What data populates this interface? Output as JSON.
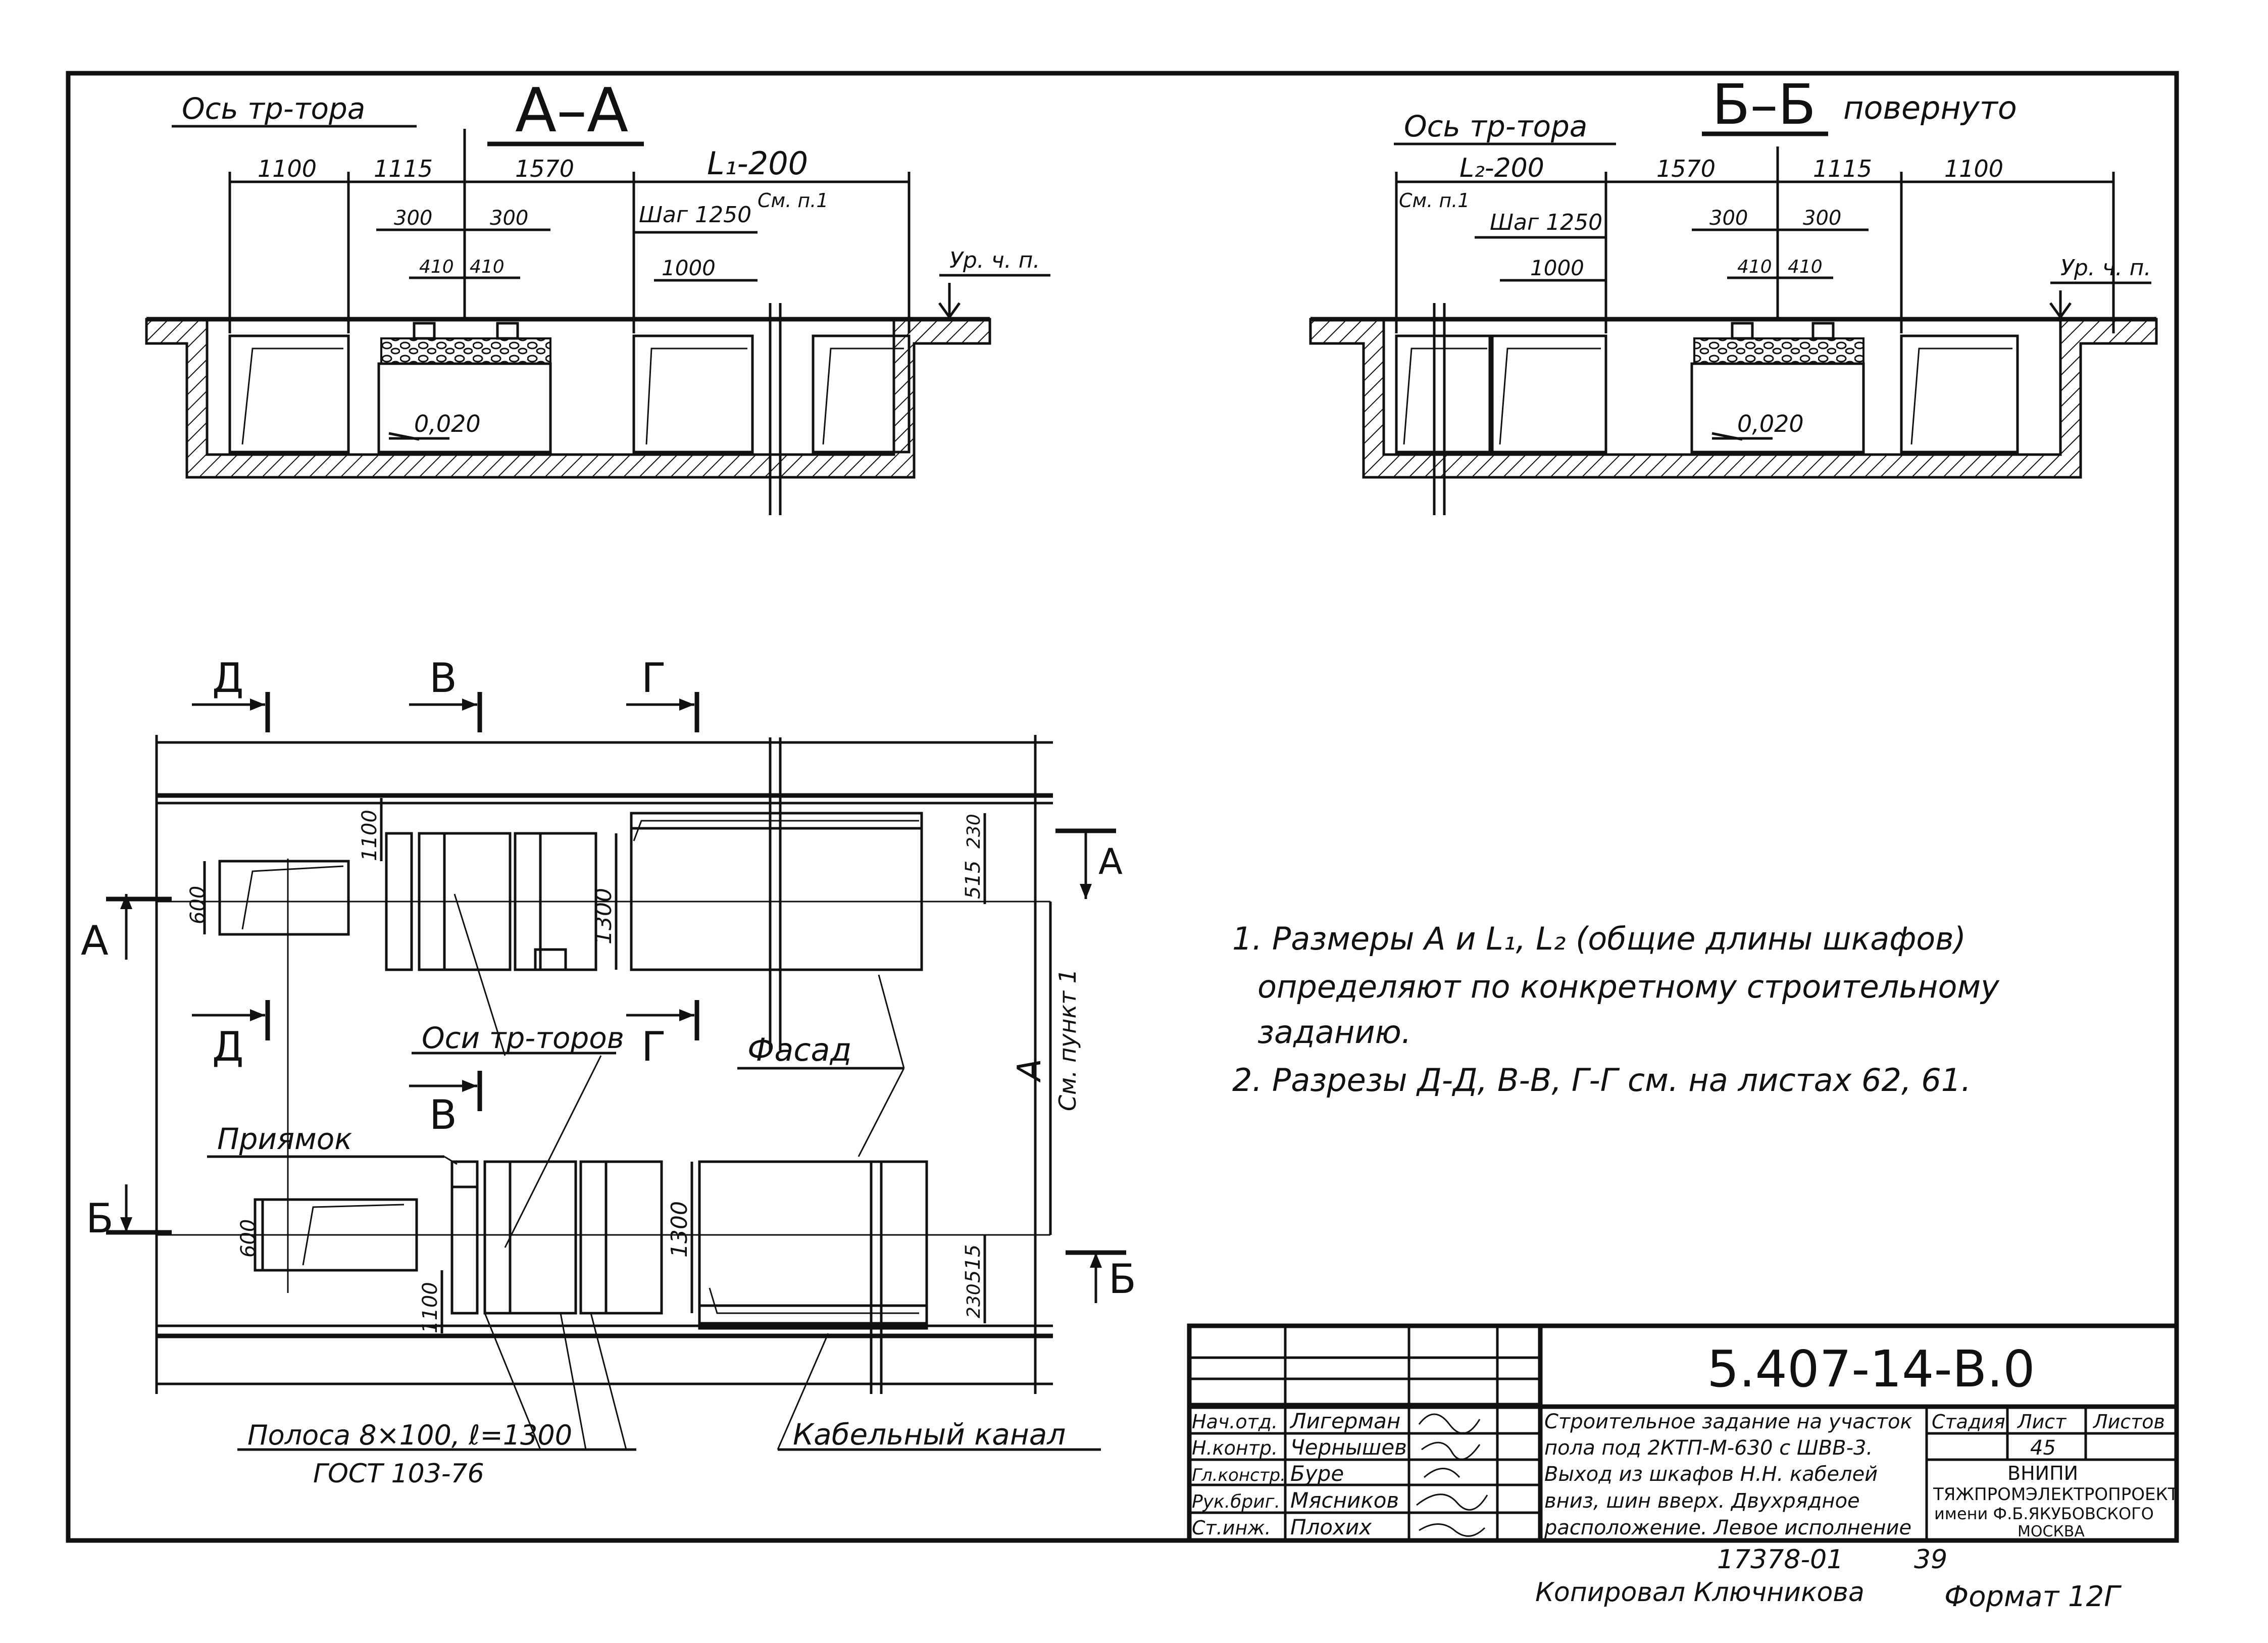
{
  "section_aa": {
    "title": "А–А",
    "axis": "Ось тр-тора",
    "dims": [
      "1100",
      "1115",
      "1570",
      "L₁-200",
      "См. п.1",
      "300",
      "300",
      "410",
      "410",
      "Шаг 1250",
      "1000",
      "Ур. ч. п."
    ],
    "slope": "0,020"
  },
  "section_bb": {
    "title": "Б–Б",
    "subtitle": "повернуто",
    "axis": "Ось тр-тора",
    "dims": [
      "L₂-200",
      "См. п.1",
      "1570",
      "1115",
      "1100",
      "Шаг 1250",
      "1000",
      "300",
      "300",
      "410",
      "410",
      "Ур. ч. п."
    ],
    "slope": "0,020"
  },
  "plan": {
    "cuts": [
      "Д",
      "В",
      "Г",
      "Д",
      "Г",
      "В",
      "А",
      "А",
      "Б",
      "Б"
    ],
    "dims": [
      "1100",
      "600",
      "1300",
      "515",
      "230",
      "600",
      "1300",
      "515",
      "230",
      "1100"
    ],
    "dim_a": "А",
    "dim_a_note": "См. пункт 1",
    "label_axes": "Оси тр-торов",
    "label_facade": "Фасад",
    "label_pit": "Приямок",
    "label_strip": "Полоса 8×100, ℓ=1300",
    "label_gost": "ГОСТ 103-76",
    "label_channel": "Кабельный канал"
  },
  "notes": [
    "1. Размеры А и L₁, L₂ (общие длины шкафов)",
    "определяют по конкретному строительному",
    "заданию.",
    "2. Разрезы Д-Д, В-В, Г-Г см. на листах 62, 61."
  ],
  "title_block": {
    "code": "5.407-14-В.0",
    "roles": [
      "Нач.отд.",
      "Н.контр.",
      "Гл.констр.",
      "Рук.бриг.",
      "Ст.инж."
    ],
    "names": [
      "Лигерман",
      "Чернышев",
      "Буре",
      "Мясников",
      "Плохих"
    ],
    "description": [
      "Строительное задание на участок",
      "пола под 2КТП-М-630 с ШВВ-3.",
      "Выход из шкафов Н.Н. кабелей",
      "вниз, шин вверх. Двухрядное",
      "расположение. Левое исполнение"
    ],
    "stage_label": "Стадия",
    "sheet_label": "Лист",
    "sheets_label": "Листов",
    "sheet_no": "45",
    "org": [
      "ВНИПИ",
      "ТЯЖПРОМЭЛЕКТРОПРОЕКТ",
      "имени Ф.Б.ЯКУБОВСКОГО",
      "МОСКВА"
    ]
  },
  "footer": {
    "inv": "17378-01",
    "page": "39",
    "copied": "Копировал Ключникова",
    "format": "Формат 12Г"
  }
}
